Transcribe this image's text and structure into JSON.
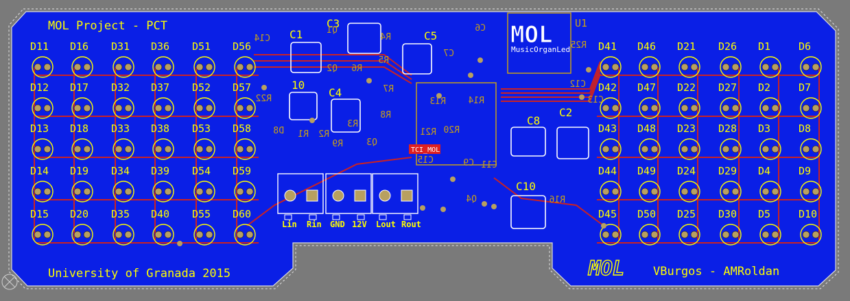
{
  "colors": {
    "background": "#7a7a7a",
    "copper_fill": "#0a1fe6",
    "silkscreen": "#ffff00",
    "trace": "#cc2222",
    "pad": "#b8a060",
    "bottom_silk": "#c8a018",
    "outline": "#dddddd",
    "label_box": "#e02020"
  },
  "board": {
    "title": "MOL Project - PCT",
    "university": "University of Granada 2015",
    "authors": "VBurgos - AMRoldan",
    "logo_text": "MOL",
    "logo_subtitle": "MusicOrganLed",
    "mcu_label": "U1",
    "marker_label": "TCI_MOL"
  },
  "leds": {
    "left_grid": [
      [
        "D11",
        "D16",
        "D31",
        "D36",
        "D51",
        "D56"
      ],
      [
        "D12",
        "D17",
        "D32",
        "D37",
        "D52",
        "D57"
      ],
      [
        "D13",
        "D18",
        "D33",
        "D38",
        "D53",
        "D58"
      ],
      [
        "D14",
        "D19",
        "D34",
        "D39",
        "D54",
        "D59"
      ],
      [
        "D15",
        "D20",
        "D35",
        "D40",
        "D55",
        "D60"
      ]
    ],
    "right_grid": [
      [
        "D41",
        "D46",
        "D21",
        "D26",
        "D1",
        "D6"
      ],
      [
        "D42",
        "D47",
        "D22",
        "D27",
        "D2",
        "D7"
      ],
      [
        "D43",
        "D48",
        "D23",
        "D28",
        "D3",
        "D8"
      ],
      [
        "D44",
        "D49",
        "D24",
        "D29",
        "D4",
        "D9"
      ],
      [
        "D45",
        "D50",
        "D25",
        "D30",
        "D5",
        "D10"
      ]
    ]
  },
  "connectors": {
    "labels": [
      "Lin",
      "Rin",
      "GND",
      "12V",
      "Lout",
      "Rout"
    ]
  },
  "components": {
    "silk_labels": [
      "C1",
      "C3",
      "C5",
      "C4",
      "C2",
      "C8",
      "C10",
      "10"
    ],
    "bottom_labels": [
      "R4",
      "R5",
      "R6",
      "R7",
      "R8",
      "R9",
      "R13",
      "R14",
      "R20",
      "R21",
      "R22",
      "R25",
      "R16",
      "Q1",
      "Q2",
      "Q3",
      "Q4",
      "C6",
      "C7",
      "C9",
      "C11",
      "C12",
      "C13",
      "C14",
      "C15",
      "R1",
      "R2",
      "R3",
      "D8"
    ]
  }
}
